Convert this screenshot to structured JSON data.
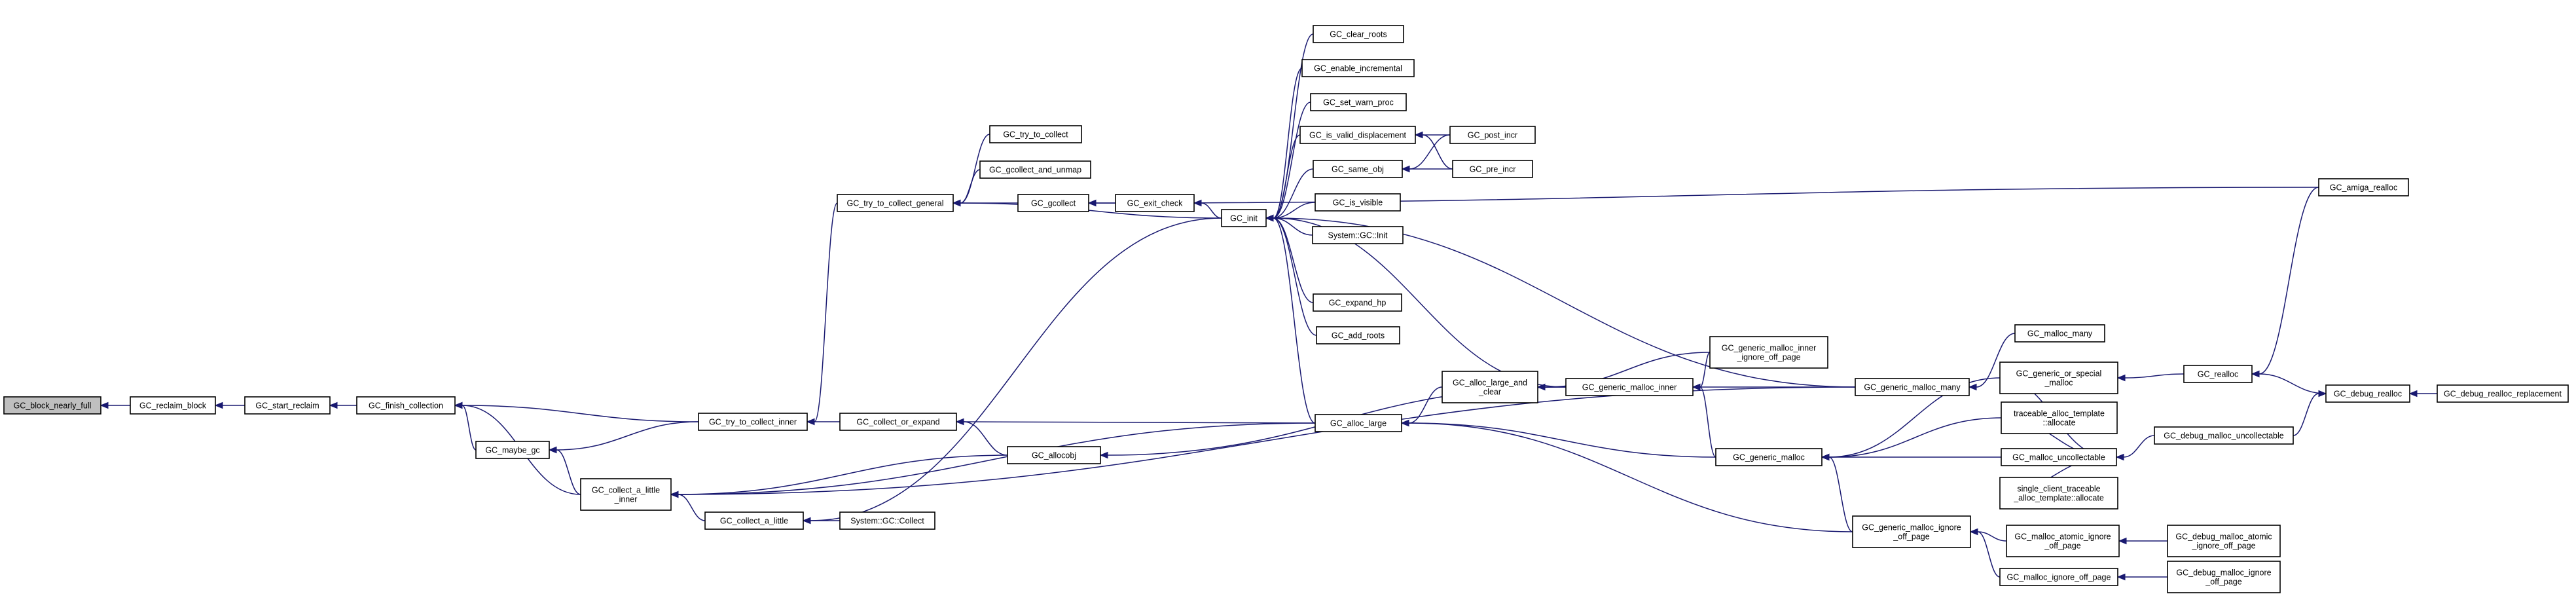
{
  "graph": {
    "nodes": [
      {
        "id": "block_nearly_full",
        "lines": [
          "GC_block_nearly_full"
        ],
        "root": true
      },
      {
        "id": "reclaim_block",
        "lines": [
          "GC_reclaim_block"
        ]
      },
      {
        "id": "start_reclaim",
        "lines": [
          "GC_start_reclaim"
        ]
      },
      {
        "id": "finish_collection",
        "lines": [
          "GC_finish_collection"
        ]
      },
      {
        "id": "maybe_gc",
        "lines": [
          "GC_maybe_gc"
        ]
      },
      {
        "id": "try_to_collect_inner",
        "lines": [
          "GC_try_to_collect_inner"
        ]
      },
      {
        "id": "collect_a_little_inner",
        "lines": [
          "GC_collect_a_little",
          "_inner"
        ]
      },
      {
        "id": "collect_a_little",
        "lines": [
          "GC_collect_a_little"
        ]
      },
      {
        "id": "system_gc_collect",
        "lines": [
          "System::GC::Collect"
        ]
      },
      {
        "id": "try_to_collect_general",
        "lines": [
          "GC_try_to_collect_general"
        ]
      },
      {
        "id": "collect_or_expand",
        "lines": [
          "GC_collect_or_expand"
        ]
      },
      {
        "id": "try_to_collect",
        "lines": [
          "GC_try_to_collect"
        ]
      },
      {
        "id": "gcollect_and_unmap",
        "lines": [
          "GC_gcollect_and_unmap"
        ]
      },
      {
        "id": "gcollect",
        "lines": [
          "GC_gcollect"
        ]
      },
      {
        "id": "exit_check",
        "lines": [
          "GC_exit_check"
        ]
      },
      {
        "id": "allocobj",
        "lines": [
          "GC_allocobj"
        ]
      },
      {
        "id": "init",
        "lines": [
          "GC_init"
        ]
      },
      {
        "id": "clear_roots",
        "lines": [
          "GC_clear_roots"
        ]
      },
      {
        "id": "enable_incremental",
        "lines": [
          "GC_enable_incremental"
        ]
      },
      {
        "id": "set_warn_proc",
        "lines": [
          "GC_set_warn_proc"
        ]
      },
      {
        "id": "is_valid_displacement",
        "lines": [
          "GC_is_valid_displacement"
        ]
      },
      {
        "id": "same_obj",
        "lines": [
          "GC_same_obj"
        ]
      },
      {
        "id": "is_visible",
        "lines": [
          "GC_is_visible"
        ]
      },
      {
        "id": "system_gc_init",
        "lines": [
          "System::GC::Init"
        ]
      },
      {
        "id": "expand_hp",
        "lines": [
          "GC_expand_hp"
        ]
      },
      {
        "id": "add_roots",
        "lines": [
          "GC_add_roots"
        ]
      },
      {
        "id": "alloc_large",
        "lines": [
          "GC_alloc_large"
        ]
      },
      {
        "id": "post_incr",
        "lines": [
          "GC_post_incr"
        ]
      },
      {
        "id": "pre_incr",
        "lines": [
          "GC_pre_incr"
        ]
      },
      {
        "id": "alloc_large_and_clear",
        "lines": [
          "GC_alloc_large_and",
          "_clear"
        ]
      },
      {
        "id": "generic_malloc_inner",
        "lines": [
          "GC_generic_malloc_inner"
        ]
      },
      {
        "id": "generic_malloc_inner_ignore_off_page",
        "lines": [
          "GC_generic_malloc_inner",
          "_ignore_off_page"
        ]
      },
      {
        "id": "generic_malloc",
        "lines": [
          "GC_generic_malloc"
        ]
      },
      {
        "id": "generic_malloc_ignore_off_page",
        "lines": [
          "GC_generic_malloc_ignore",
          "_off_page"
        ]
      },
      {
        "id": "generic_malloc_many",
        "lines": [
          "GC_generic_malloc_many"
        ]
      },
      {
        "id": "malloc_many",
        "lines": [
          "GC_malloc_many"
        ]
      },
      {
        "id": "generic_or_special_malloc",
        "lines": [
          "GC_generic_or_special",
          "_malloc"
        ]
      },
      {
        "id": "traceable_alloc_template_allocate",
        "lines": [
          "traceable_alloc_template",
          "::allocate"
        ]
      },
      {
        "id": "malloc_uncollectable",
        "lines": [
          "GC_malloc_uncollectable"
        ]
      },
      {
        "id": "single_client_traceable_alloc_template_allocate",
        "lines": [
          "single_client_traceable",
          "_alloc_template::allocate"
        ]
      },
      {
        "id": "malloc_atomic_ignore_off_page",
        "lines": [
          "GC_malloc_atomic_ignore",
          "_off_page"
        ]
      },
      {
        "id": "malloc_ignore_off_page",
        "lines": [
          "GC_malloc_ignore_off_page"
        ]
      },
      {
        "id": "amiga_realloc",
        "lines": [
          "GC_amiga_realloc"
        ]
      },
      {
        "id": "realloc",
        "lines": [
          "GC_realloc"
        ]
      },
      {
        "id": "debug_realloc",
        "lines": [
          "GC_debug_realloc"
        ]
      },
      {
        "id": "debug_realloc_replacement",
        "lines": [
          "GC_debug_realloc_replacement"
        ]
      },
      {
        "id": "debug_malloc_uncollectable",
        "lines": [
          "GC_debug_malloc_uncollectable"
        ]
      },
      {
        "id": "debug_malloc_atomic_ignore_off_page",
        "lines": [
          "GC_debug_malloc_atomic",
          "_ignore_off_page"
        ]
      },
      {
        "id": "debug_malloc_ignore_off_page",
        "lines": [
          "GC_debug_malloc_ignore",
          "_off_page"
        ]
      }
    ],
    "edges": [
      [
        "reclaim_block",
        "block_nearly_full"
      ],
      [
        "start_reclaim",
        "reclaim_block"
      ],
      [
        "finish_collection",
        "start_reclaim"
      ],
      [
        "maybe_gc",
        "finish_collection"
      ],
      [
        "try_to_collect_inner",
        "finish_collection"
      ],
      [
        "collect_a_little_inner",
        "finish_collection"
      ],
      [
        "try_to_collect_inner",
        "maybe_gc"
      ],
      [
        "collect_a_little_inner",
        "maybe_gc"
      ],
      [
        "collect_or_expand",
        "try_to_collect_inner"
      ],
      [
        "try_to_collect_general",
        "try_to_collect_inner"
      ],
      [
        "collect_a_little",
        "collect_a_little_inner"
      ],
      [
        "allocobj",
        "collect_a_little_inner"
      ],
      [
        "alloc_large",
        "collect_a_little_inner"
      ],
      [
        "generic_malloc_many",
        "collect_a_little_inner"
      ],
      [
        "system_gc_collect",
        "collect_a_little"
      ],
      [
        "init",
        "collect_a_little"
      ],
      [
        "try_to_collect",
        "try_to_collect_general"
      ],
      [
        "gcollect_and_unmap",
        "try_to_collect_general"
      ],
      [
        "gcollect",
        "try_to_collect_general"
      ],
      [
        "init",
        "try_to_collect_general"
      ],
      [
        "allocobj",
        "collect_or_expand"
      ],
      [
        "alloc_large",
        "collect_or_expand"
      ],
      [
        "amiga_realloc",
        "gcollect"
      ],
      [
        "exit_check",
        "gcollect"
      ],
      [
        "init",
        "exit_check"
      ],
      [
        "generic_malloc_inner",
        "allocobj"
      ],
      [
        "clear_roots",
        "init"
      ],
      [
        "enable_incremental",
        "init"
      ],
      [
        "set_warn_proc",
        "init"
      ],
      [
        "is_valid_displacement",
        "init"
      ],
      [
        "same_obj",
        "init"
      ],
      [
        "is_visible",
        "init"
      ],
      [
        "system_gc_init",
        "init"
      ],
      [
        "expand_hp",
        "init"
      ],
      [
        "add_roots",
        "init"
      ],
      [
        "alloc_large",
        "init"
      ],
      [
        "generic_malloc_inner",
        "init"
      ],
      [
        "generic_malloc_many",
        "init"
      ],
      [
        "post_incr",
        "is_valid_displacement"
      ],
      [
        "pre_incr",
        "is_valid_displacement"
      ],
      [
        "post_incr",
        "same_obj"
      ],
      [
        "pre_incr",
        "same_obj"
      ],
      [
        "alloc_large_and_clear",
        "alloc_large"
      ],
      [
        "generic_malloc",
        "alloc_large"
      ],
      [
        "generic_malloc_ignore_off_page",
        "alloc_large"
      ],
      [
        "generic_malloc_inner",
        "alloc_large_and_clear"
      ],
      [
        "generic_malloc_inner_ignore_off_page",
        "alloc_large_and_clear"
      ],
      [
        "generic_malloc_inner_ignore_off_page",
        "generic_malloc_inner"
      ],
      [
        "generic_malloc_many",
        "generic_malloc_inner"
      ],
      [
        "generic_malloc",
        "generic_malloc_inner"
      ],
      [
        "malloc_many",
        "generic_malloc_many"
      ],
      [
        "generic_or_special_malloc",
        "generic_malloc"
      ],
      [
        "traceable_alloc_template_allocate",
        "generic_malloc"
      ],
      [
        "malloc_uncollectable",
        "generic_malloc"
      ],
      [
        "generic_malloc_ignore_off_page",
        "generic_malloc"
      ],
      [
        "realloc",
        "generic_or_special_malloc"
      ],
      [
        "generic_or_special_malloc",
        "malloc_uncollectable"
      ],
      [
        "traceable_alloc_template_allocate",
        "malloc_uncollectable"
      ],
      [
        "single_client_traceable_alloc_template_allocate",
        "malloc_uncollectable"
      ],
      [
        "debug_malloc_uncollectable",
        "malloc_uncollectable"
      ],
      [
        "malloc_atomic_ignore_off_page",
        "generic_malloc_ignore_off_page"
      ],
      [
        "malloc_ignore_off_page",
        "generic_malloc_ignore_off_page"
      ],
      [
        "debug_malloc_atomic_ignore_off_page",
        "malloc_atomic_ignore_off_page"
      ],
      [
        "debug_malloc_ignore_off_page",
        "malloc_ignore_off_page"
      ],
      [
        "amiga_realloc",
        "realloc"
      ],
      [
        "debug_realloc",
        "realloc"
      ],
      [
        "debug_realloc_replacement",
        "debug_realloc"
      ],
      [
        "debug_malloc_uncollectable",
        "debug_realloc"
      ]
    ]
  }
}
